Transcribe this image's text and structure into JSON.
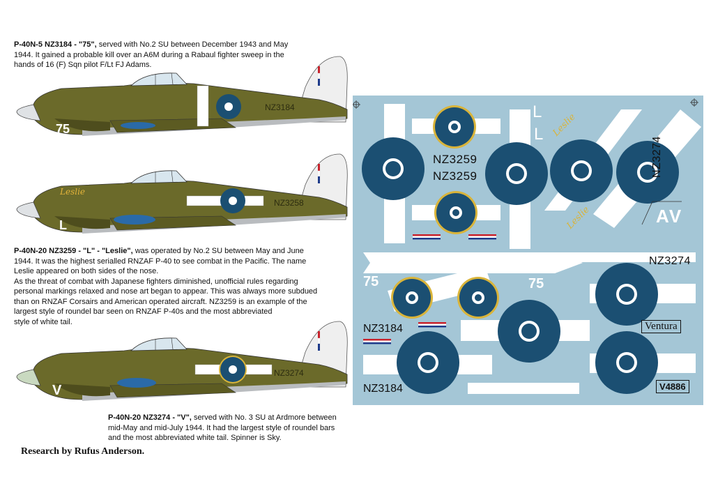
{
  "captions": [
    {
      "title": "P-40N-5 NZ3184 - \"75\",",
      "lines": [
        "served with No.2 SU between December 1943 and May",
        "1944. It gained a probable kill over an A6M during a Rabaul fighter sweep in the",
        "hands of 16 (F) Sqn pilot F/Lt FJ Adams."
      ]
    },
    {
      "title": "P-40N-20 NZ3259 - \"L\" - \"Leslie\",",
      "lines": [
        "was operated by No.2 SU between May and June",
        "1944. It was the highest serialled RNZAF P-40 to see combat in the Pacific. The name",
        "Leslie appeared on both sides of the nose.",
        "As the threat of combat with Japanese fighters diminished, unofficial rules regarding",
        "personal markings relaxed and nose art began to appear. This was always more subdued",
        "than on RNZAF Corsairs and American operated aircraft. NZ3259 is an example of the",
        "largest style of roundel bar seen on RNZAF P-40s and the most abbreviated",
        "style of white tail."
      ]
    },
    {
      "title": "P-40N-20 NZ3274 - \"V\",",
      "lines": [
        "served with No. 3 SU at Ardmore between",
        "mid-May and mid-July 1944. It had the largest style of roundel bars",
        "and the most abbreviated white tail. Spinner is Sky."
      ]
    }
  ],
  "research_credit": "Research by Rufus Anderson.",
  "aircraft": [
    {
      "code": "75",
      "serial": "NZ3184",
      "nose_art": ""
    },
    {
      "code": "L",
      "serial": "NZ3258",
      "nose_art": "Leslie"
    },
    {
      "code": "V",
      "serial": "NZ3274",
      "nose_art": ""
    }
  ],
  "decal_sheet": {
    "serials": [
      "NZ3259",
      "NZ3259",
      "NZ3274",
      "NZ3274",
      "NZ3184",
      "NZ3184"
    ],
    "letters": [
      "L",
      "L",
      "AV"
    ],
    "numbers": [
      "75",
      "75"
    ],
    "script_names": [
      "Leslie",
      "Leslie"
    ],
    "brand": "Ventura",
    "sheet_number": "V4886"
  },
  "colors": {
    "olive_drab": "#6b6a2a",
    "neutral_grey": "#b9bcbf",
    "roundel_blue": "#1b4f72",
    "sheet_background": "#a4c6d6",
    "yellow_ring": "#d9b43a"
  }
}
